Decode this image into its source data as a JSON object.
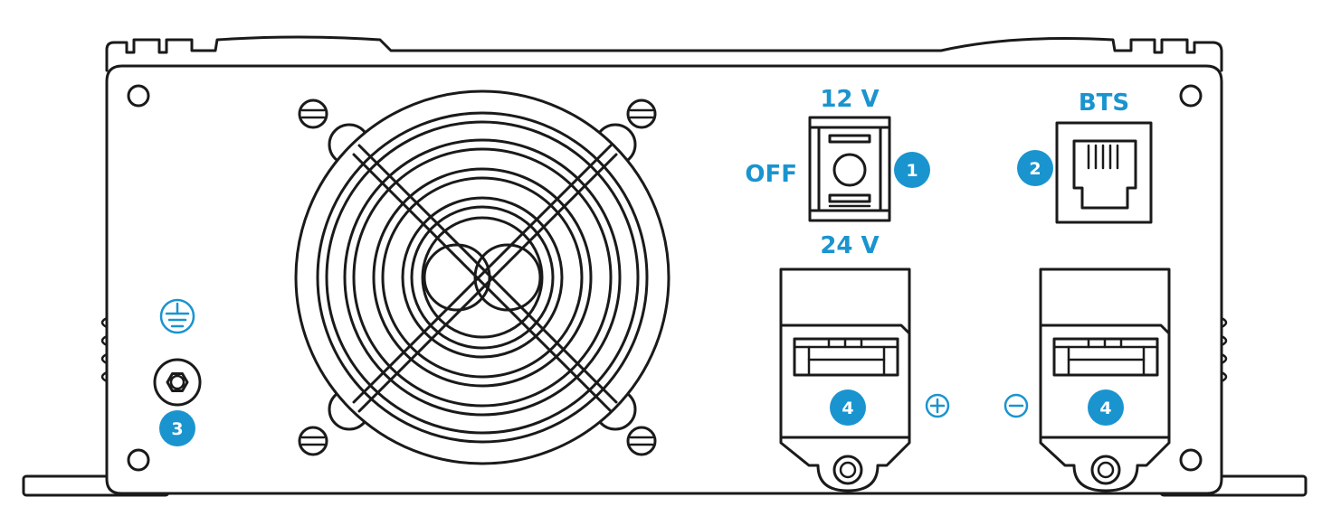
{
  "labels": {
    "switch_top": "12 V",
    "switch_left": "OFF",
    "switch_bottom": "24 V",
    "port": "BTS"
  },
  "badges": {
    "switch": "1",
    "port": "2",
    "ground": "3",
    "terminal_pos": "4",
    "terminal_neg": "4"
  },
  "symbols": {
    "ground": "ground-symbol-icon",
    "positive": "plus-circle-icon",
    "negative": "minus-circle-icon"
  },
  "colors": {
    "accent": "#1a94cf",
    "line": "#1a1a1a",
    "background": "#ffffff"
  }
}
